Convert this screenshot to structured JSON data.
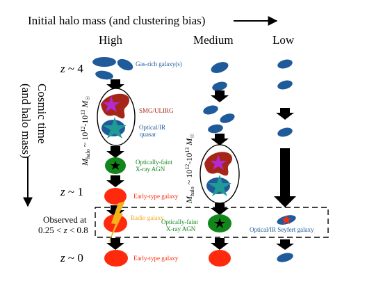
{
  "header": {
    "title": "Initial halo mass (and clustering bias)"
  },
  "columns": {
    "high": "High",
    "medium": "Medium",
    "low": "Low"
  },
  "time_axis": {
    "line1": "Cosmic time",
    "line2": "(and halo mass)"
  },
  "redshift_labels": {
    "z4_z": "z",
    "z4_val": " ~ 4",
    "z1_z": "z",
    "z1_val": " ~ 1",
    "z0_z": "z",
    "z0_val": " ~ 0"
  },
  "observed": {
    "line1": "Observed at",
    "line2_prefix": "0.25 < ",
    "line2_z": "z",
    "line2_suffix": " < 0.8"
  },
  "halo_mass": {
    "m": "M",
    "sub": "halo",
    "tilde": " ~ 10",
    "exp1": "12",
    "dash": "-10",
    "exp2": "13",
    "msun": " M",
    "sun": "☉"
  },
  "labels": {
    "gas_rich": "Gas-rich galaxy(s)",
    "smg": "SMG/ULIRG",
    "optical_quasar_1": "Optical/IR",
    "optical_quasar_2": "quasar",
    "faint_agn_high_1": "Optically-faint",
    "faint_agn_high_2": "X-ray AGN",
    "early_type_1": "Early-type galaxy",
    "radio_galaxy": "Radio galaxy",
    "faint_agn_med_1": "Optically-faint",
    "faint_agn_med_2": "X-ray AGN",
    "seyfert": "Optical/IR Seyfert galaxy",
    "early_type_0": "Early-type galaxy"
  },
  "colors": {
    "blue": "#1f5a9a",
    "red": "#ff2a0d",
    "green": "#12861a",
    "dark_red": "#a52618",
    "purple": "#b22ad0",
    "teal": "#1f9a95",
    "orange": "#f2b21a",
    "label_blue": "#1f5a9a",
    "label_red": "#ff2a0d",
    "label_green": "#12861a",
    "label_darkred": "#a52618",
    "label_orange": "#f2a61a"
  }
}
